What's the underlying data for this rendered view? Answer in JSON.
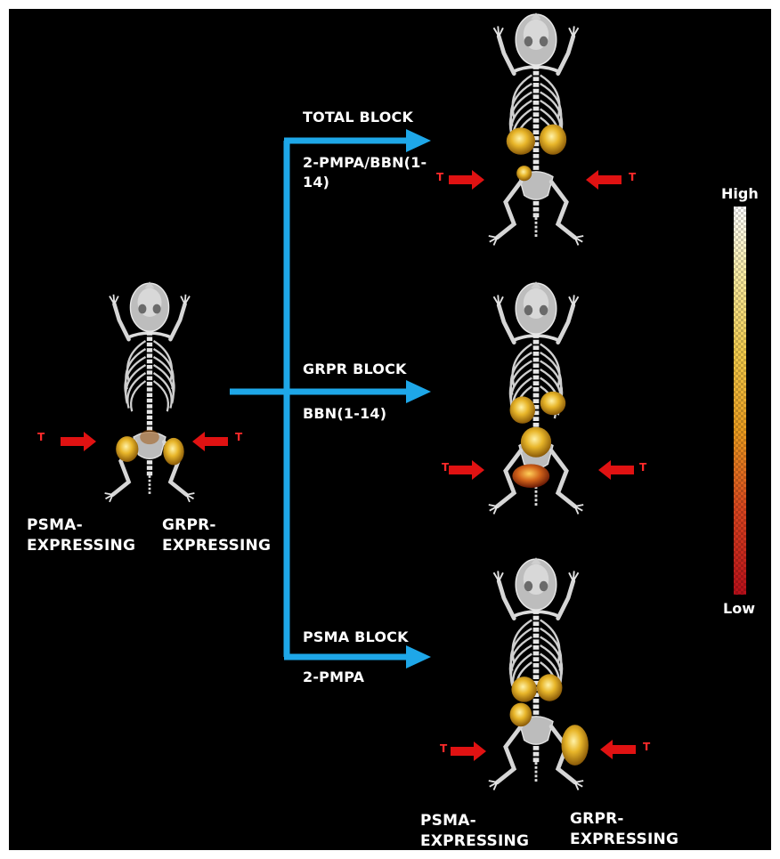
{
  "left_mouse": {
    "tumor_marker_left": "T",
    "tumor_marker_right": "T",
    "label_left": "PSMA-\nEXPRESSING",
    "label_right": "GRPR-\nEXPRESSING"
  },
  "branches": [
    {
      "title": "TOTAL BLOCK",
      "agent": "2-PMPA/BBN(1-\n14)"
    },
    {
      "title": "GRPR BLOCK",
      "agent": "BBN(1-14)"
    },
    {
      "title": "PSMA BLOCK",
      "agent": "2-PMPA"
    }
  ],
  "right_mice": [
    {
      "tumor_marker_left": "T",
      "tumor_marker_right": "T"
    },
    {
      "tumor_marker_left": "T",
      "tumor_marker_right": "T"
    },
    {
      "tumor_marker_left": "T",
      "tumor_marker_right": "T"
    }
  ],
  "bottom_labels": {
    "label_left": "PSMA-\nEXPRESSING",
    "label_right": "GRPR-\nEXPRESSING"
  },
  "color_scale": {
    "high_label": "High",
    "low_label": "Low",
    "colors": [
      "#ffffff",
      "#f4d35e",
      "#e8a21a",
      "#d43a1e",
      "#b80f1a"
    ]
  },
  "colors": {
    "arrow_blue": "#1ea7e8",
    "tumor_arrow_red": "#e01212",
    "background": "#000000"
  }
}
